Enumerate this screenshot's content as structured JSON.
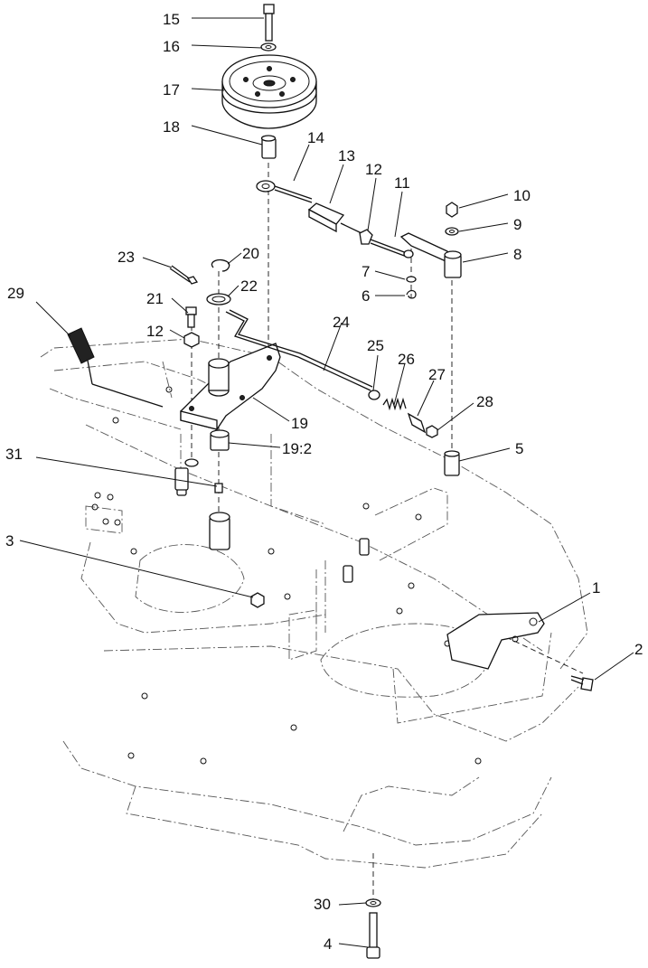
{
  "diagram": {
    "callouts": [
      {
        "id": "c1",
        "label": "1"
      },
      {
        "id": "c2",
        "label": "2"
      },
      {
        "id": "c3",
        "label": "3"
      },
      {
        "id": "c4",
        "label": "4"
      },
      {
        "id": "c5",
        "label": "5"
      },
      {
        "id": "c6",
        "label": "6"
      },
      {
        "id": "c7",
        "label": "7"
      },
      {
        "id": "c8",
        "label": "8"
      },
      {
        "id": "c9",
        "label": "9"
      },
      {
        "id": "c10",
        "label": "10"
      },
      {
        "id": "c11",
        "label": "11"
      },
      {
        "id": "c12a",
        "label": "12"
      },
      {
        "id": "c12b",
        "label": "12"
      },
      {
        "id": "c13",
        "label": "13"
      },
      {
        "id": "c14",
        "label": "14"
      },
      {
        "id": "c15",
        "label": "15"
      },
      {
        "id": "c16",
        "label": "16"
      },
      {
        "id": "c17",
        "label": "17"
      },
      {
        "id": "c18",
        "label": "18"
      },
      {
        "id": "c19",
        "label": "19"
      },
      {
        "id": "c19-2",
        "label": "19:2"
      },
      {
        "id": "c20",
        "label": "20"
      },
      {
        "id": "c21",
        "label": "21"
      },
      {
        "id": "c22",
        "label": "22"
      },
      {
        "id": "c23",
        "label": "23"
      },
      {
        "id": "c24",
        "label": "24"
      },
      {
        "id": "c25",
        "label": "25"
      },
      {
        "id": "c26",
        "label": "26"
      },
      {
        "id": "c27",
        "label": "27"
      },
      {
        "id": "c28",
        "label": "28"
      },
      {
        "id": "c29",
        "label": "29"
      },
      {
        "id": "c30",
        "label": "30"
      },
      {
        "id": "c31",
        "label": "31"
      }
    ]
  }
}
